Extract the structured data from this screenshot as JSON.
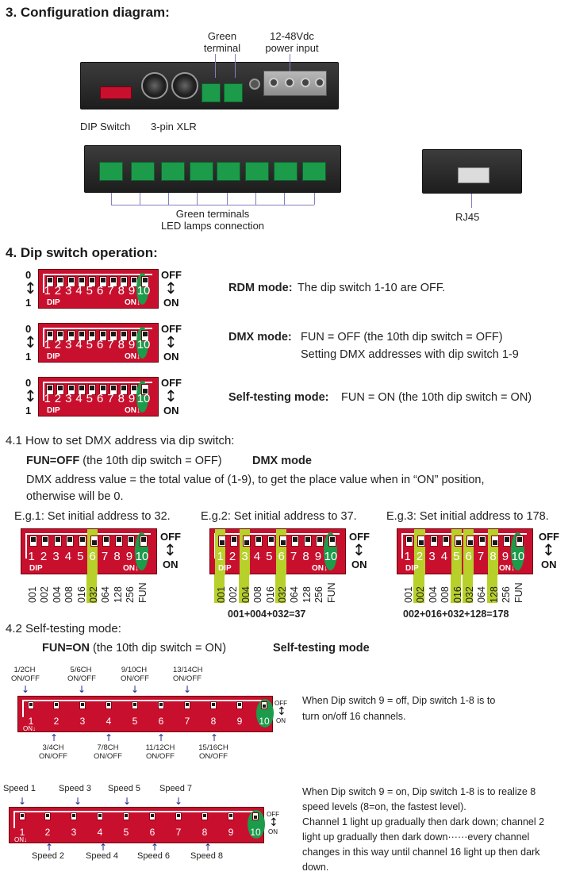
{
  "section3": {
    "title": "3. Configuration diagram:",
    "label_green_terminal": [
      "Green",
      "terminal"
    ],
    "label_power": [
      "12-48Vdc",
      "power input"
    ],
    "label_dip": "DIP Switch",
    "label_xlr": "3-pin XLR",
    "label_green_terminals": [
      "Green terminals",
      "LED lamps connection"
    ],
    "label_rj45": "RJ45"
  },
  "section4": {
    "title": "4. Dip switch operation:",
    "modes": [
      {
        "name": "RDM mode:",
        "desc": [
          "The dip switch 1-10 are OFF."
        ]
      },
      {
        "name": "DMX mode:",
        "desc": [
          "FUN = OFF (the 10th dip switch = OFF)",
          "Setting DMX addresses with dip switch 1-9"
        ]
      },
      {
        "name": "Self-testing mode:",
        "desc": [
          "FUN = ON (the 10th dip switch = ON)"
        ]
      }
    ],
    "switch_labels": {
      "zero": "0",
      "one": "1",
      "off": "OFF",
      "on": "ON",
      "dip": "DIP",
      "on_arrow": "ON↓",
      "numbers": [
        "1",
        "2",
        "3",
        "4",
        "5",
        "6",
        "7",
        "8",
        "9",
        "10"
      ]
    }
  },
  "section41": {
    "title": "4.1  How to set DMX address via dip switch:",
    "fun_bold": "FUN=OFF",
    "fun_rest": " (the 10th dip switch = OFF)",
    "dmx_mode": "DMX mode",
    "desc_line1": "DMX address value = the total value of (1-9), to get the place value when in “ON” position,",
    "desc_line2": "otherwise will be 0.",
    "place_values": [
      "001",
      "002",
      "004",
      "008",
      "016",
      "032",
      "064",
      "128",
      "256",
      "FUN"
    ],
    "examples": [
      {
        "title": "E.g.1: Set initial address to 32.",
        "sum": ""
      },
      {
        "title": "E.g.2: Set initial address to 37.",
        "sum": "001+004+032=37"
      },
      {
        "title": "E.g.3: Set initial address to 178.",
        "sum": "002+016+032+128=178"
      }
    ]
  },
  "section42": {
    "title": "4.2  Self-testing mode:",
    "fun_bold": "FUN=ON",
    "fun_rest": " (the 10th dip switch = ON)",
    "mode": "Self-testing mode",
    "top_caps": [
      [
        "1/2CH",
        "ON/OFF"
      ],
      [
        "5/6CH",
        "ON/OFF"
      ],
      [
        "9/10CH",
        "ON/OFF"
      ],
      [
        "13/14CH",
        "ON/OFF"
      ]
    ],
    "bottom_caps": [
      [
        "3/4CH",
        "ON/OFF"
      ],
      [
        "7/8CH",
        "ON/OFF"
      ],
      [
        "11/12CH",
        "ON/OFF"
      ],
      [
        "15/16CH",
        "ON/OFF"
      ]
    ],
    "desc1": [
      "When Dip switch 9 = off, Dip switch 1-8 is to",
      "turn on/off 16 channels."
    ],
    "speed_top": [
      "Speed 1",
      "Speed 3",
      "Speed 5",
      "Speed 7"
    ],
    "speed_bottom": [
      "Speed 2",
      "Speed 4",
      "Speed 6",
      "Speed 8"
    ],
    "desc2": [
      "When Dip switch 9 = on, Dip switch 1-8 is to realize 8",
      "speed levels (8=on, the fastest level).",
      "Channel 1 light up gradually then dark down; channel 2",
      "light up gradually then dark down······every channel",
      "changes in this way until channel 16 light up then dark",
      "down."
    ]
  },
  "colors": {
    "dip_red": "#c8102e",
    "green": "#1c9b4a",
    "highlight": "#b7d02a"
  }
}
